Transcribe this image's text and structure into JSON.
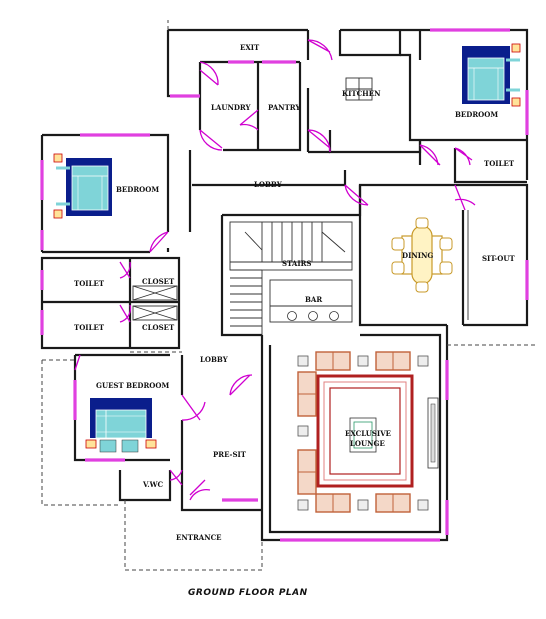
{
  "plan_title": "GROUND FLOOR PLAN",
  "rooms": {
    "exit": "EXIT",
    "laundry": "LAUNDRY",
    "pantry": "PANTRY",
    "kitchen": "KITCHEN",
    "bedroom_top_right": "BEDROOM",
    "bedroom_left": "BEDROOM",
    "toilet_right": "TOILET",
    "lobby_upper": "LOBBY",
    "dining": "DINING",
    "sit_out": "SIT-OUT",
    "stairs": "STAIRS",
    "bar": "BAR",
    "toilet_left_1": "TOILET",
    "closet_1": "CLOSET",
    "toilet_left_2": "TOILET",
    "closet_2": "CLOSET",
    "lobby_lower": "LOBBY",
    "guest_bedroom": "GUEST BEDROOM",
    "exclusive_lounge_line1": "EXCLUSIVE",
    "exclusive_lounge_line2": "LOUNGE",
    "pre_sit": "PRE-SIT",
    "vwc": "V.WC",
    "entrance": "ENTRANCE"
  },
  "colors": {
    "wall": "#1a1a1a",
    "window": "#e040e0",
    "door": "#d000d0",
    "bed_cover": "#0a1e8c",
    "bed_sheet": "#7fd4d8",
    "sofa": "#c0623a",
    "rug": "#b02020",
    "dining_table": "#c89a2a"
  }
}
